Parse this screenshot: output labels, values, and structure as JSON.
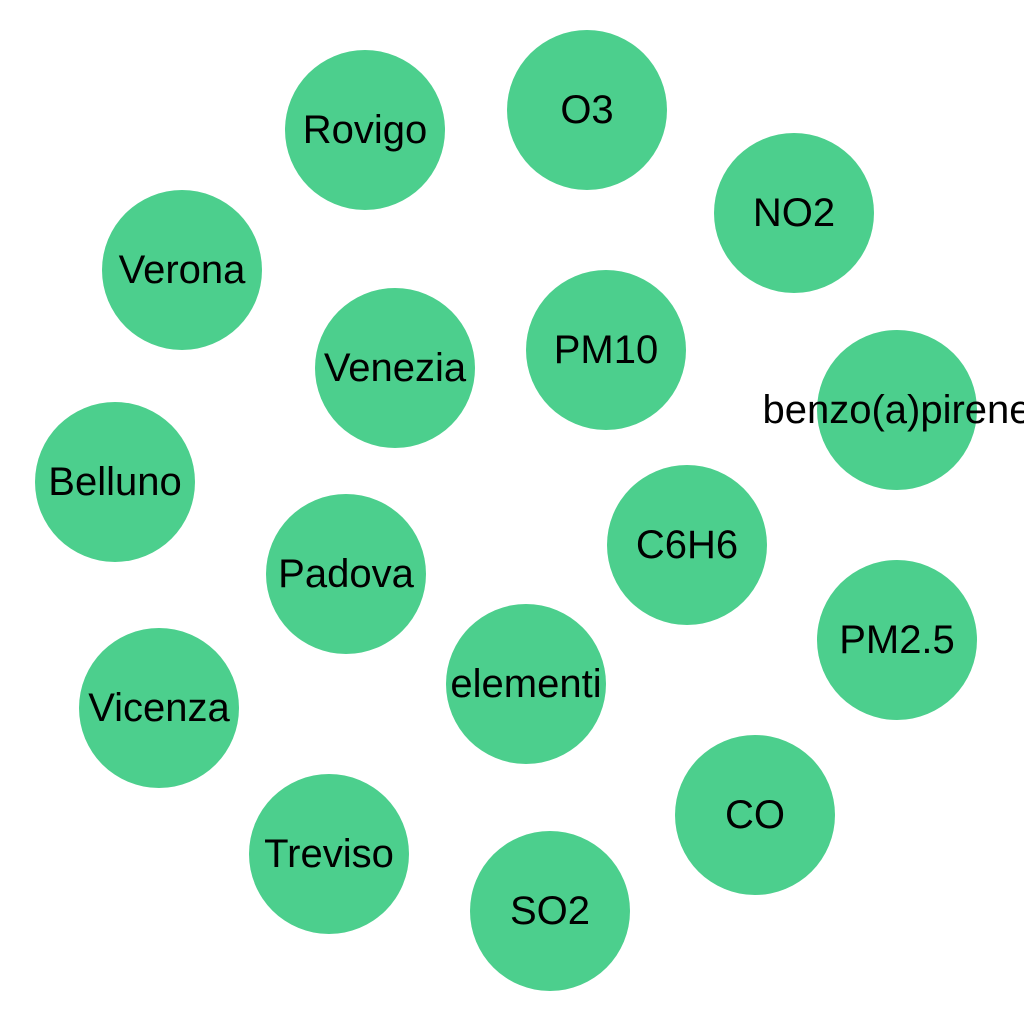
{
  "node_color": "#4ccf8d",
  "nodes": [
    {
      "id": "rovigo",
      "label": "Rovigo"
    },
    {
      "id": "o3",
      "label": "O3"
    },
    {
      "id": "no2",
      "label": "NO2"
    },
    {
      "id": "verona",
      "label": "Verona"
    },
    {
      "id": "venezia",
      "label": "Venezia"
    },
    {
      "id": "pm10",
      "label": "PM10"
    },
    {
      "id": "benzo",
      "label": "benzo(a)pirene"
    },
    {
      "id": "belluno",
      "label": "Belluno"
    },
    {
      "id": "padova",
      "label": "Padova"
    },
    {
      "id": "c6h6",
      "label": "C6H6"
    },
    {
      "id": "pm25",
      "label": "PM2.5"
    },
    {
      "id": "elementi",
      "label": "elementi"
    },
    {
      "id": "vicenza",
      "label": "Vicenza"
    },
    {
      "id": "co",
      "label": "CO"
    },
    {
      "id": "treviso",
      "label": "Treviso"
    },
    {
      "id": "so2",
      "label": "SO2"
    }
  ]
}
